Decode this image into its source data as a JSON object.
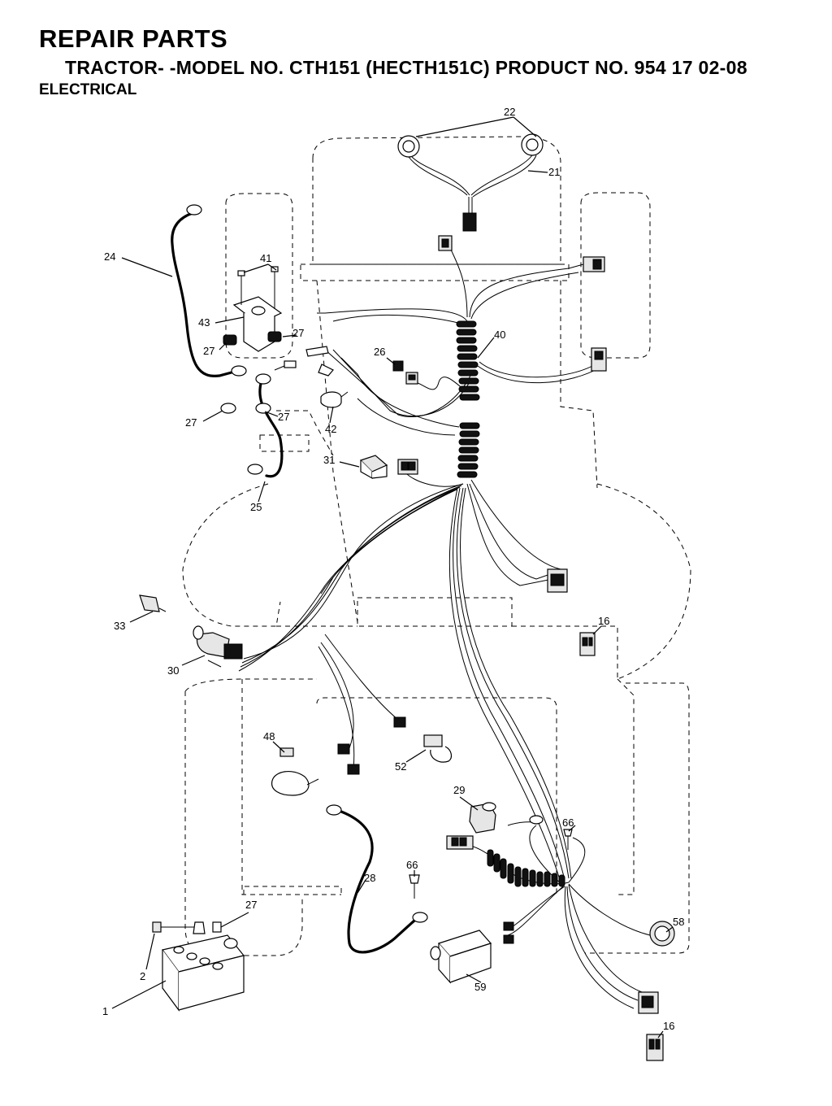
{
  "header": {
    "title": "REPAIR PARTS",
    "model_line": "TRACTOR- -MODEL NO. CTH151 (HECTH151C) PRODUCT NO. 954 17 02-08",
    "section": "ELECTRICAL"
  },
  "callouts": {
    "c1": "1",
    "c2": "2",
    "c16a": "16",
    "c16b": "16",
    "c21": "21",
    "c22": "22",
    "c24": "24",
    "c25": "25",
    "c26": "26",
    "c27a": "27",
    "c27b": "27",
    "c27c": "27",
    "c27d": "27",
    "c27e": "27",
    "c28": "28",
    "c29": "29",
    "c30": "30",
    "c31": "31",
    "c33": "33",
    "c40": "40",
    "c41": "41",
    "c42": "42",
    "c43": "43",
    "c48": "48",
    "c52": "52",
    "c58": "58",
    "c59": "59",
    "c66a": "66",
    "c66b": "66"
  }
}
